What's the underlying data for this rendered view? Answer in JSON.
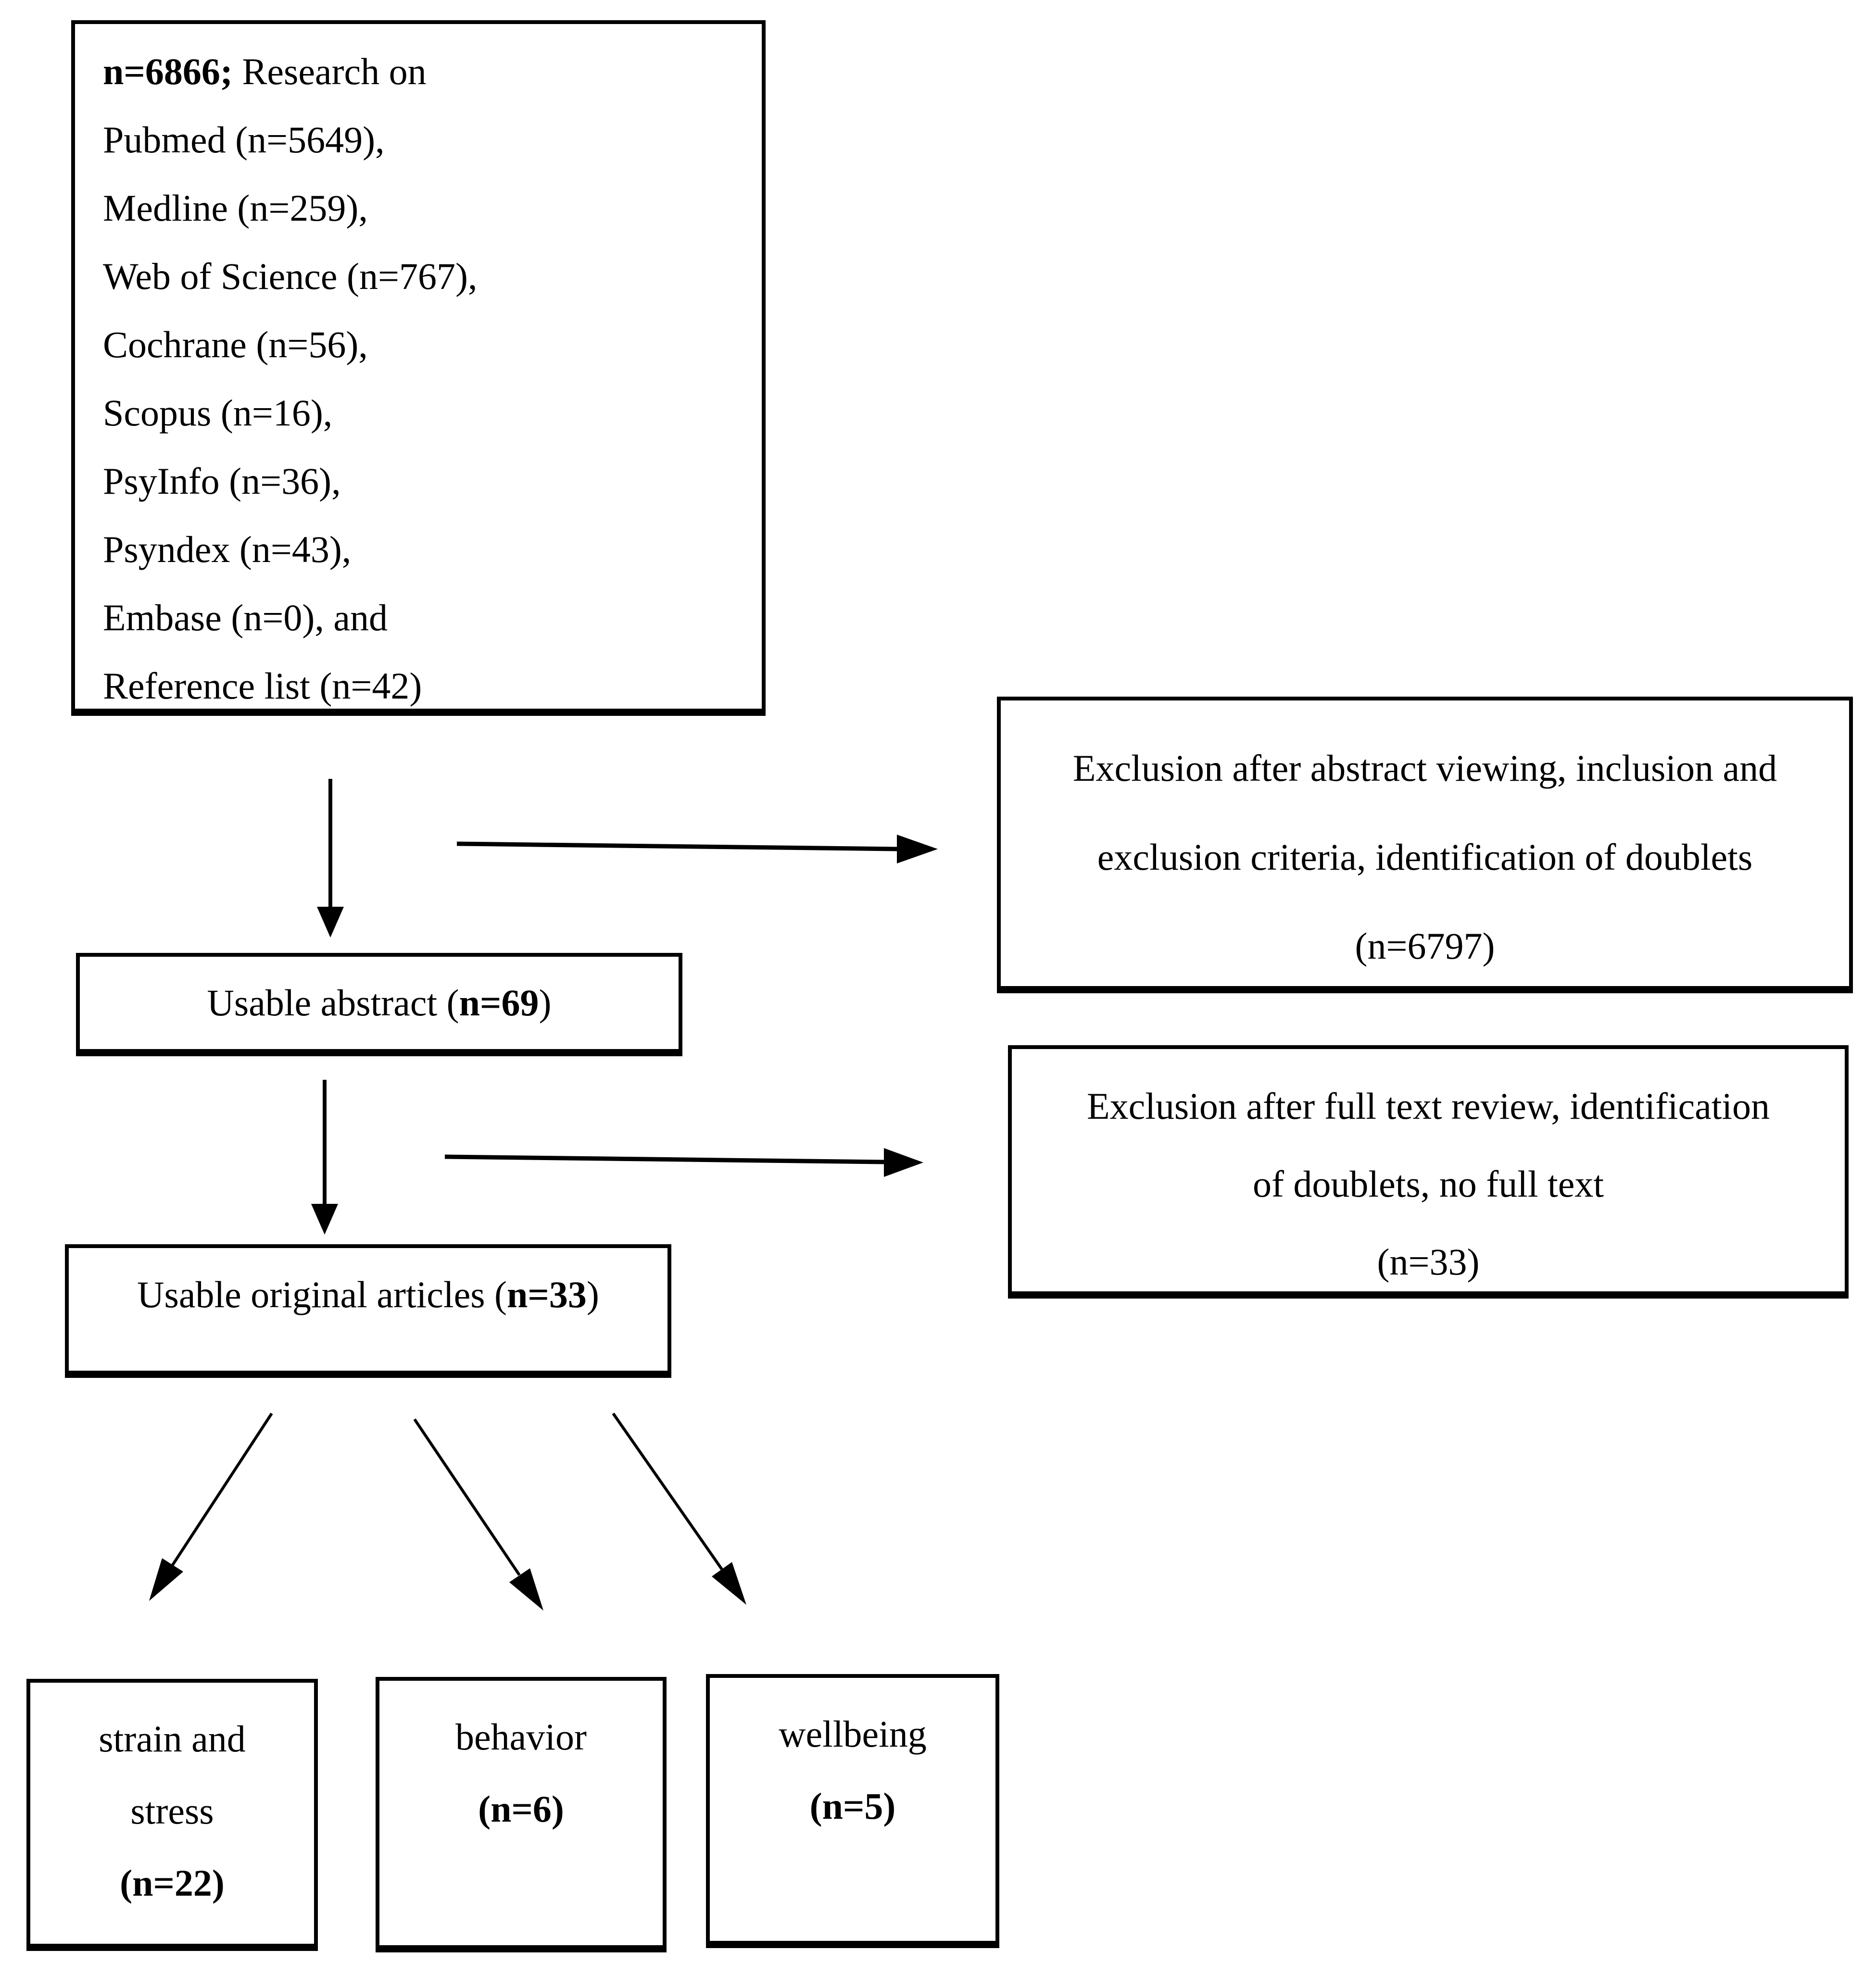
{
  "flowchart": {
    "sources_box": {
      "line1_bold": "n=6866;",
      "line1_rest": " Research on",
      "lines": [
        "Pubmed (n=5649),",
        "Medline (n=259),",
        "Web of Science (n=767),",
        "Cochrane (n=56),",
        "Scopus (n=16),",
        "PsyInfo (n=36),",
        "Psyndex (n=43),",
        "Embase (n=0), and",
        "Reference list (n=42)"
      ]
    },
    "exclusion_box_1": {
      "line1": "Exclusion after abstract viewing, inclusion and",
      "line2": "exclusion criteria, identification of doublets",
      "line3": "(n=6797)"
    },
    "abstract_box": {
      "prefix": "Usable abstract (",
      "count": "n=69",
      "suffix": ")"
    },
    "exclusion_box_2": {
      "line1": "Exclusion after full text review, identification",
      "line2": "of doublets, no full text",
      "line3": "(n=33)"
    },
    "articles_box": {
      "prefix": "Usable original articles (",
      "count": "n=33",
      "suffix": ")"
    },
    "outcome_boxes": {
      "strain": {
        "line1": "strain and",
        "line2": "stress",
        "prefix": "(",
        "count": "n=22",
        "suffix": ")"
      },
      "behavior": {
        "line1": "behavior",
        "prefix": "(",
        "count": "n=6",
        "suffix": ")"
      },
      "wellbeing": {
        "line1": "wellbeing",
        "prefix": "(",
        "count": "n=5",
        "suffix": ")"
      }
    },
    "colors": {
      "border": "#000000",
      "background": "#ffffff",
      "text": "#000000"
    }
  }
}
